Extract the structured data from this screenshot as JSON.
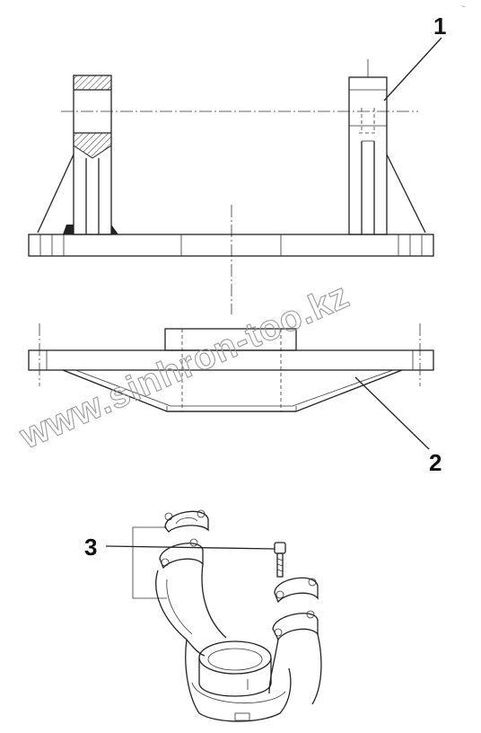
{
  "corner_mark": "~",
  "callouts": {
    "one": "1",
    "two": "2",
    "three": "3"
  },
  "watermark": "www.sinhron-too.kz",
  "colors": {
    "line": "#222222",
    "watermark": "#9a9a9a",
    "background": "#ffffff"
  }
}
